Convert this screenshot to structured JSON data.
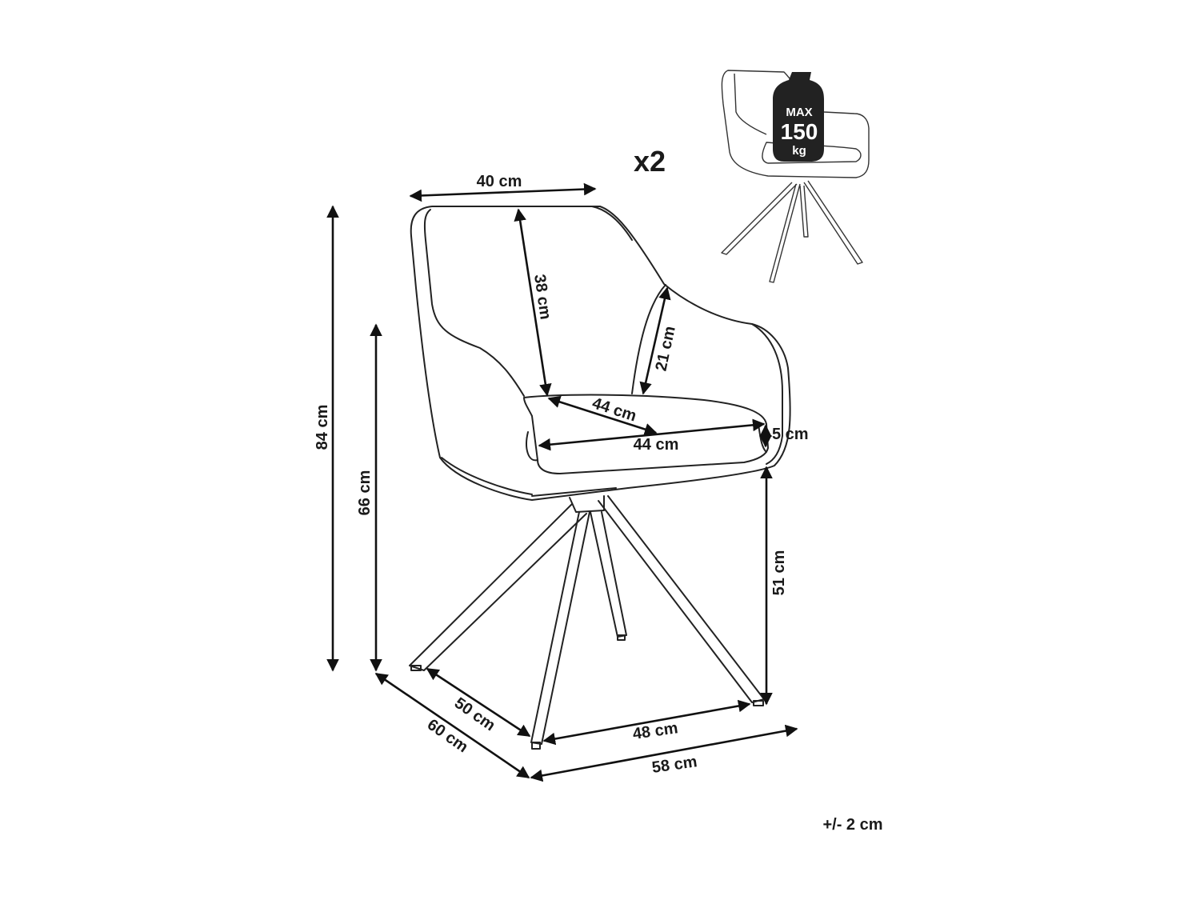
{
  "quantity": "x2",
  "max_load": {
    "line1": "MAX",
    "line2": "150",
    "line3": "kg"
  },
  "tolerance": "+/- 2 cm",
  "dimensions": {
    "backrest_width": "40 cm",
    "backrest_height": "38 cm",
    "armrest_height": "21 cm",
    "seat_depth": "44 cm",
    "seat_width": "44 cm",
    "seat_thickness": "5 cm",
    "seat_height": "51 cm",
    "total_height": "84 cm",
    "armrest_floor_height": "66 cm",
    "base_depth": "50 cm",
    "total_depth": "60 cm",
    "base_width": "48 cm",
    "total_width": "58 cm"
  }
}
